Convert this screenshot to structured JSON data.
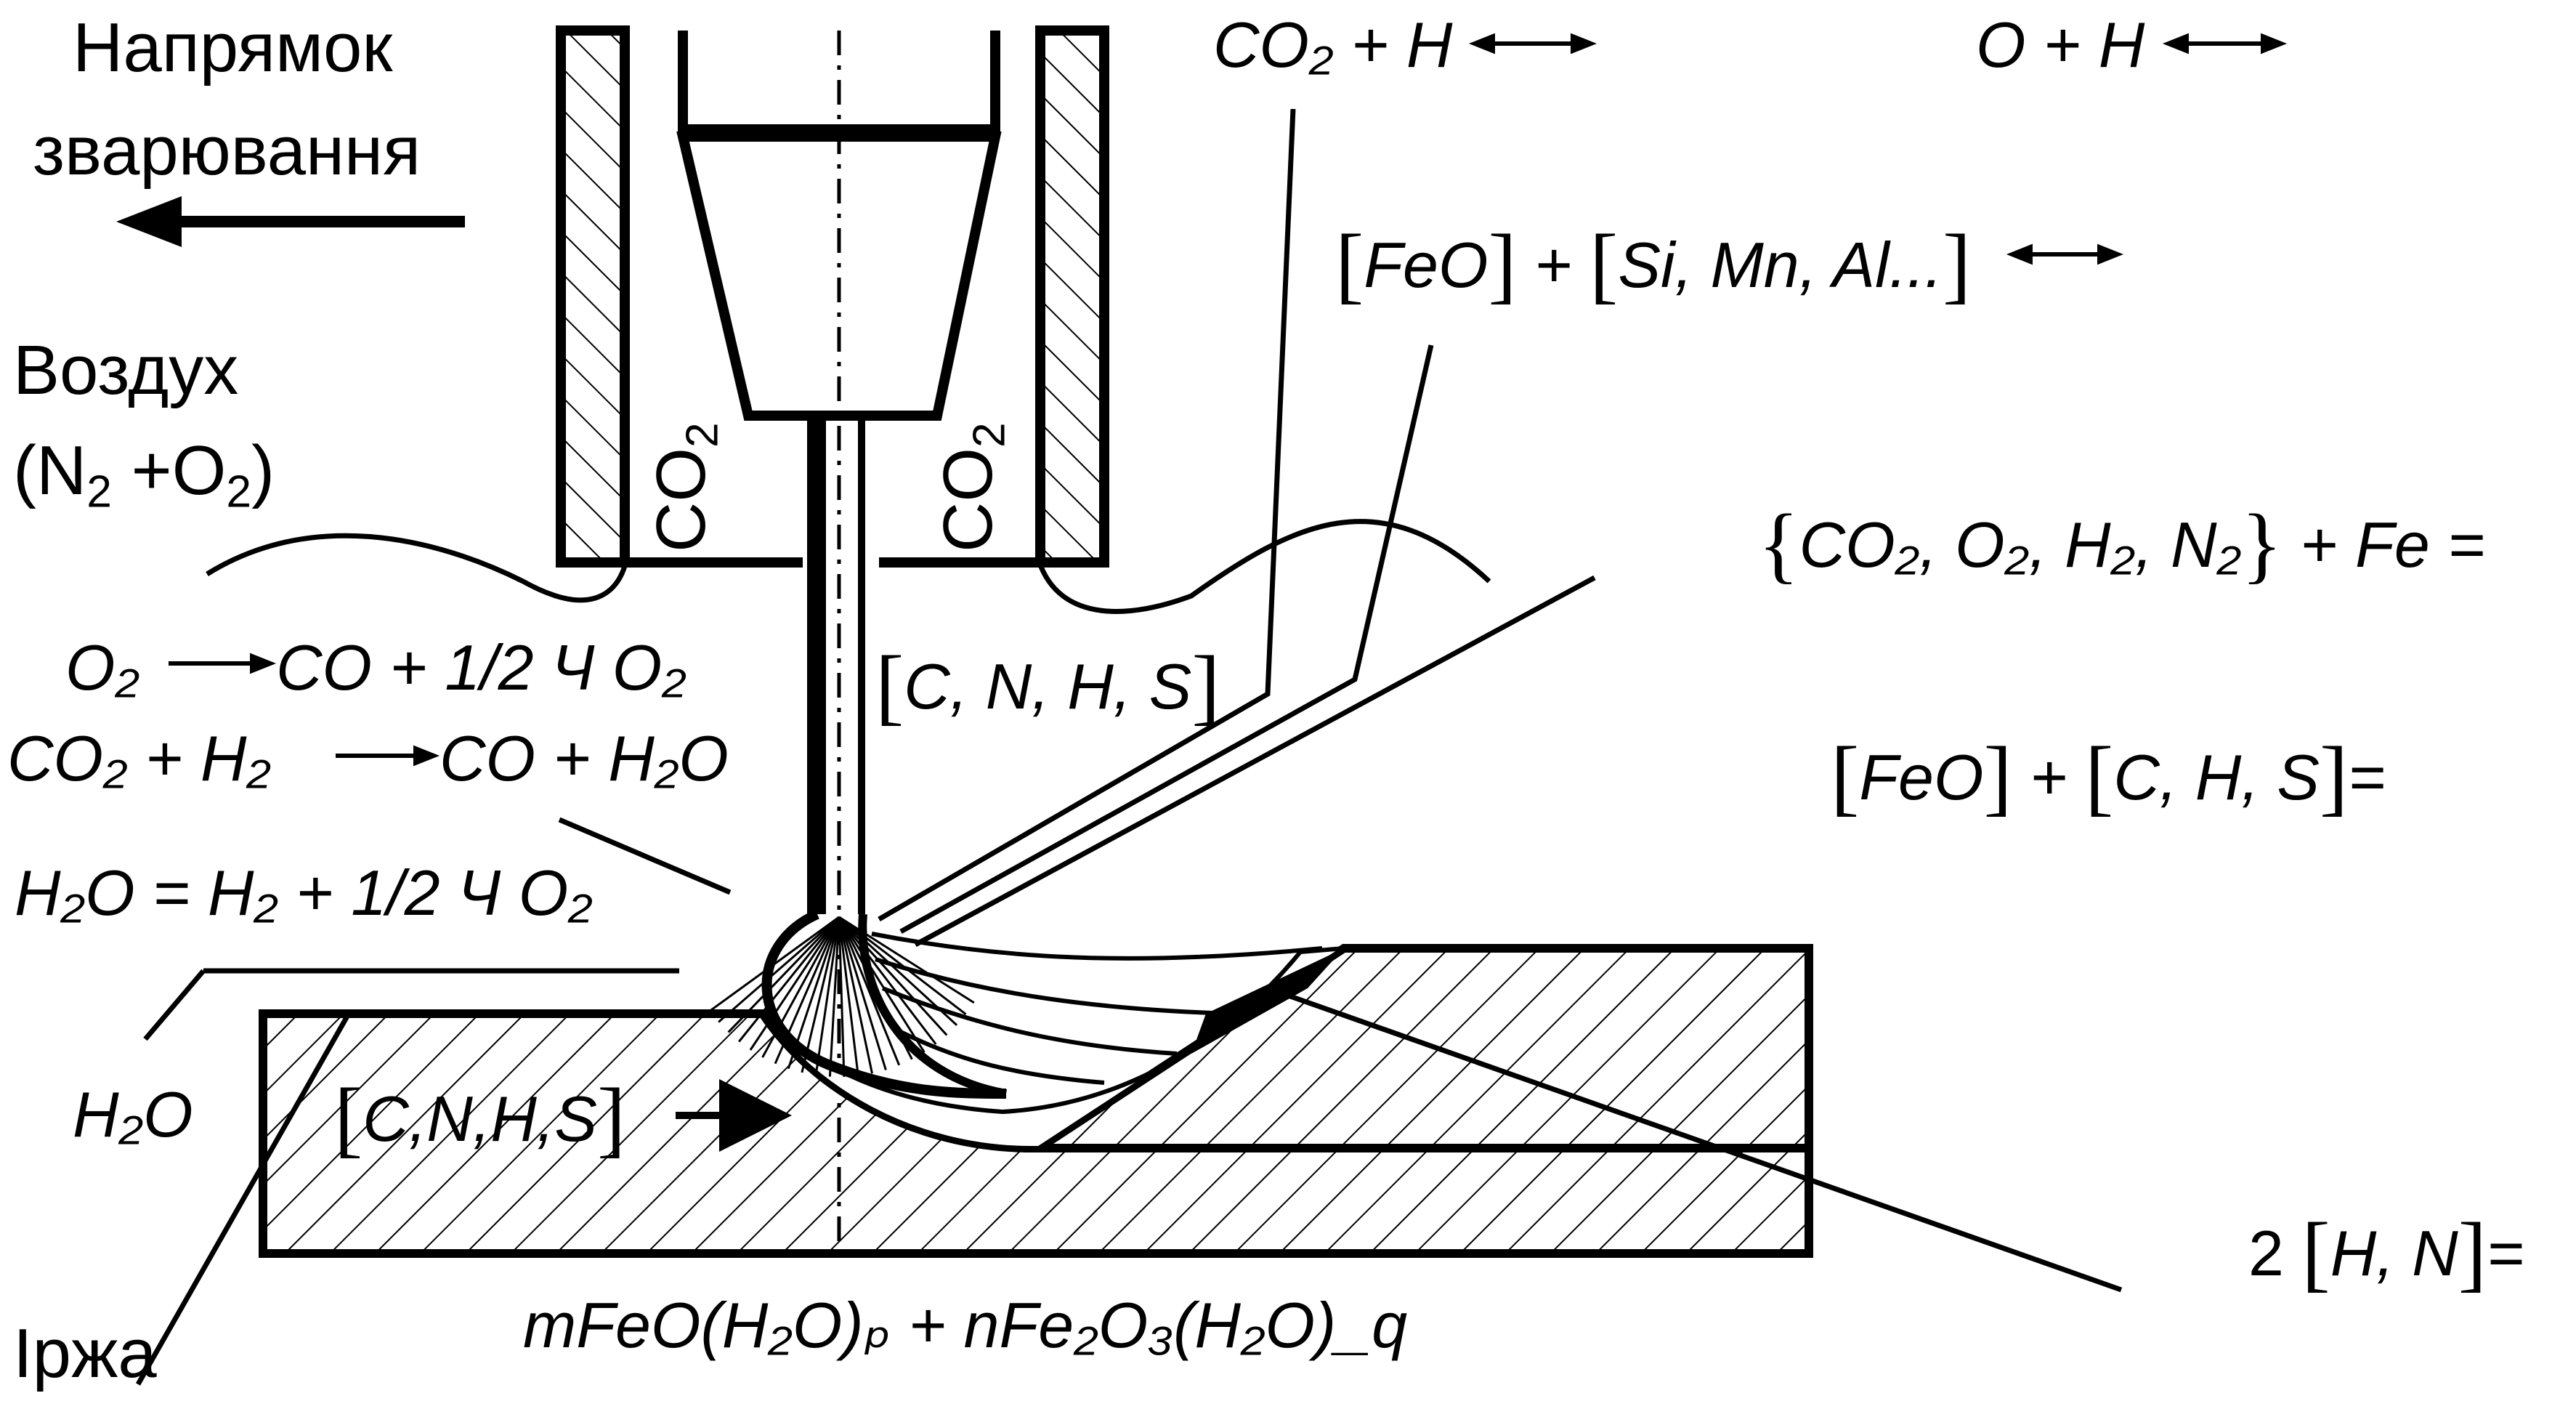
{
  "labels": {
    "direction_line1": "Напрямок",
    "direction_line2": "зварювання",
    "air": "Воздух",
    "air_formula": {
      "open": "(N",
      "sub1": "2",
      "mid": " +O",
      "sub2": "2",
      "close": ")"
    },
    "co2_left": {
      "main": "CO",
      "sub": "2"
    },
    "co2_right": {
      "main": "CO",
      "sub": "2"
    },
    "rust": "Іржа",
    "h2o": "H₂O"
  },
  "equations": {
    "co2_h": "CO₂ + H",
    "o_h": "O + H",
    "feo_si": {
      "a": "FeO",
      "plus": "+",
      "b": "Si, Mn, Al..."
    },
    "gas_fe": {
      "list": "CO₂, O₂, H₂, N₂",
      "tail": "+ Fe ="
    },
    "feo_chs": {
      "a": "FeO",
      "plus": "+",
      "b": "C, H, S",
      "tail": "="
    },
    "h_n": {
      "lead": "2",
      "b": "H, N",
      "tail": "="
    },
    "o2_co": {
      "lhs": "O₂",
      "rhs": "CO + 1/2 Ч O₂"
    },
    "co2_h2": {
      "lhs": "CO₂ + H₂",
      "rhs": "CO + H₂O"
    },
    "h2o_eq": "H₂O = H₂ + 1/2 Ч O₂",
    "cnhs_wire": "C, N, H, S",
    "cnhs_metal": "C,N,H,S",
    "rust_formula": "mFeO(H₂O)ₚ + nFe₂O₃(H₂O)_q"
  },
  "colors": {
    "ink": "#000000",
    "background": "#ffffff"
  }
}
